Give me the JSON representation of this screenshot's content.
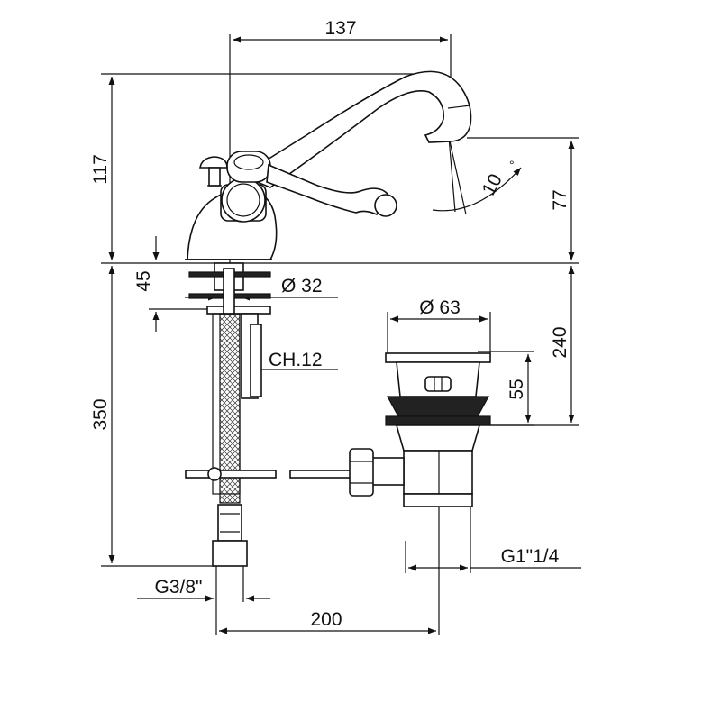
{
  "colors": {
    "ink": "#111111",
    "background": "#ffffff"
  },
  "dimensions": {
    "spout_reach": "137",
    "total_height": "117",
    "spout_height": "77",
    "spout_angle": "10",
    "degree_symbol": "°",
    "base_thickness": "45",
    "base_diameter": "Ø 32",
    "hex_key": "CH.12",
    "hose_length": "350",
    "waste_diameter": "Ø 63",
    "waste_height": "240",
    "waste_cap": "55",
    "inlet_thread": "G3/8\"",
    "waste_thread": "G1\"1/4",
    "waste_offset": "200"
  }
}
